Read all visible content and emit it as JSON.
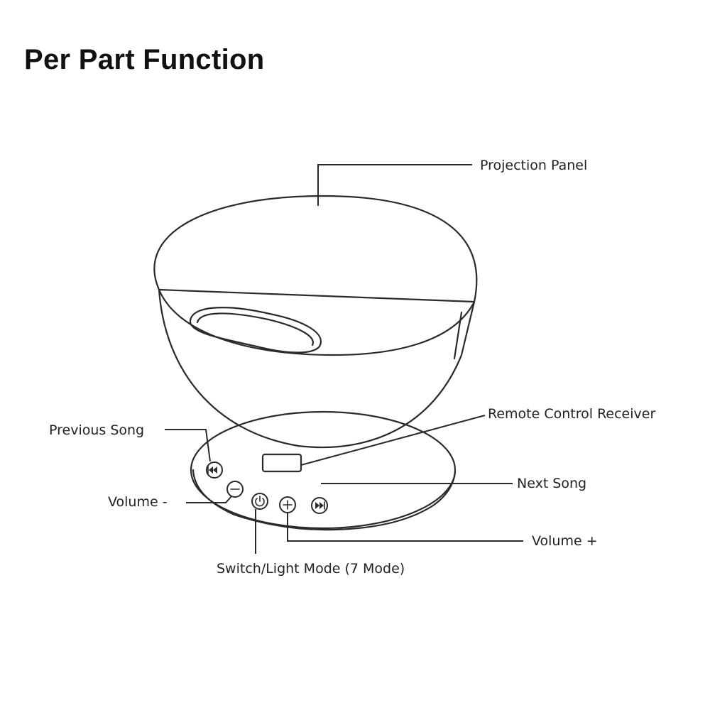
{
  "title": "Per Part Function",
  "labels": {
    "projection_panel": "Projection Panel",
    "remote_control_receiver": "Remote Control Receiver",
    "previous_song": "Previous Song",
    "next_song": "Next Song",
    "volume_down": "Volume -",
    "volume_up": "Volume +",
    "switch_light_mode": "Switch/Light Mode (7 Mode)"
  },
  "buttons": [
    "previous-song-icon",
    "volume-down-icon",
    "power-icon",
    "volume-up-icon",
    "next-song-icon"
  ],
  "colors": {
    "line": "#2a2a2a",
    "text": "#222222",
    "background": "#ffffff"
  }
}
